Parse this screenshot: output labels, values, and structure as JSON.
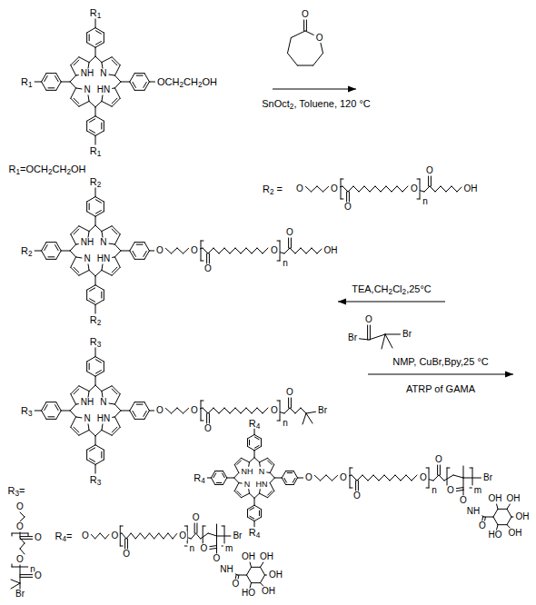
{
  "diagram": {
    "nodes": [
      {
        "text": [
          "R1",
          "NH",
          "N",
          "N",
          "HN",
          "R1",
          "R1",
          "OCH2CH2OH"
        ]
      },
      {
        "text": [
          "R2",
          "NH",
          "N",
          "N",
          "HN",
          "R2",
          "R2",
          "O",
          "O",
          "O",
          "O",
          "n",
          "O",
          "OH"
        ]
      },
      {
        "text": [
          "R3",
          "NH",
          "N",
          "N",
          "HN",
          "R3",
          "R3",
          "O",
          "O",
          "O",
          "O",
          "n",
          "O",
          "Br"
        ]
      },
      {
        "text": [
          "R4",
          "NH",
          "N",
          "N",
          "HN",
          "R4",
          "R4",
          "O",
          "O",
          "O",
          "O",
          "n",
          "O",
          "m",
          "Br",
          "O",
          "O",
          "NH",
          "O",
          "OH",
          "OH",
          "OH",
          "OH",
          "HO"
        ]
      }
    ],
    "labels": [
      "O",
      "O",
      "SnOct2, Toluene, 120 °C",
      "R1=OCH2CH2OH",
      "R2 =",
      "O",
      "O",
      "O",
      "O",
      "n",
      "O",
      "OH",
      "TEA,CH2Cl2,25°C",
      "Br",
      "O",
      "Br",
      "NMP, CuBr,Bpy,25 °C",
      "ATRP of GAMA",
      "R3=",
      "O",
      "O",
      "O",
      "O",
      "n",
      "O",
      "Br",
      "R4=",
      "O",
      "O",
      "O",
      "O",
      "n",
      "O",
      "m",
      "Br",
      "O",
      "O",
      "NH",
      "O",
      "OH",
      "OH",
      "OH",
      "OH",
      "HO"
    ]
  }
}
